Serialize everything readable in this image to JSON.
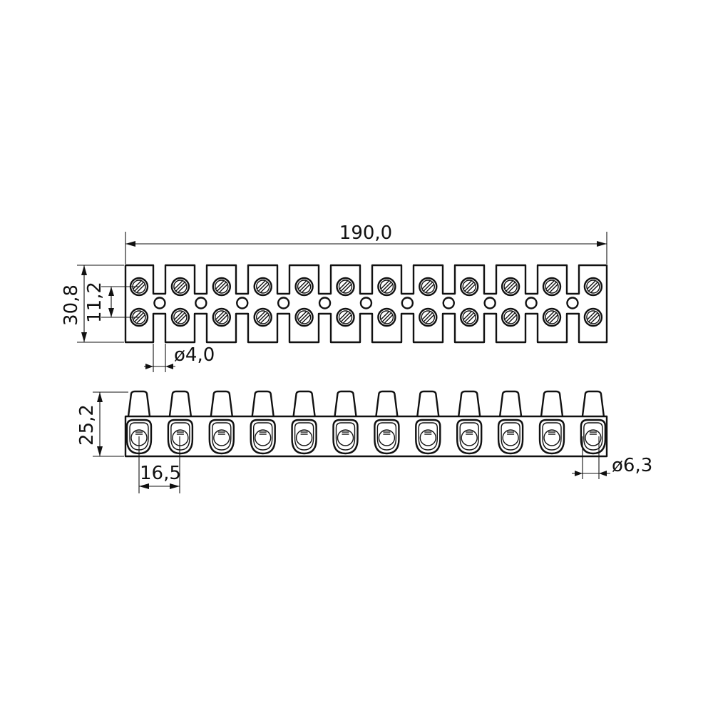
{
  "dimensions": {
    "total_length": "190,0",
    "height_top": "30,8",
    "screw_spacing": "11,2",
    "hole_diameter": "ø4,0",
    "height_side": "25,2",
    "pitch": "16,5",
    "entry_diameter": "ø6,3"
  },
  "terminal_count": 12,
  "colors": {
    "line": "#111111",
    "background": "#ffffff"
  }
}
